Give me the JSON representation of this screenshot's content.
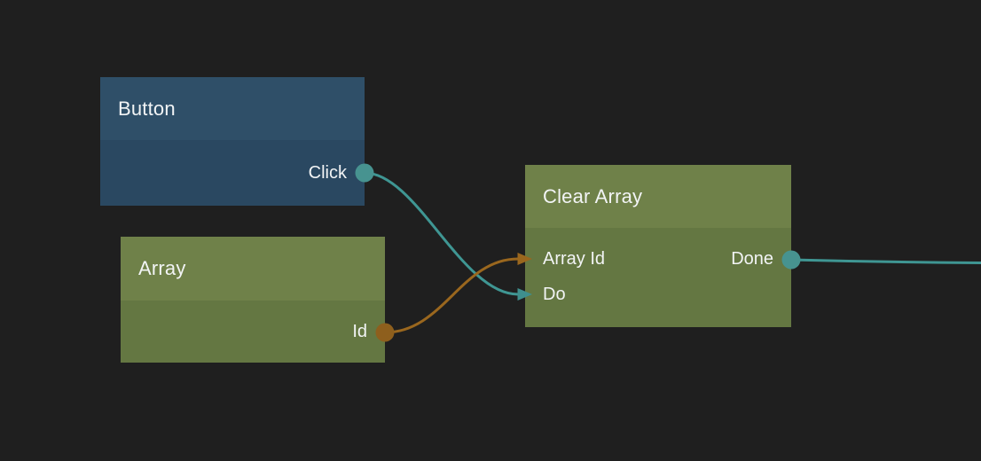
{
  "app": {
    "name": "visual-scripting-node-graph",
    "background_color": "#1f1f1f",
    "text_color": "#f2f4f5"
  },
  "colors": {
    "exec_wire": "#3f9693",
    "data_wire": "#9a671e",
    "exec_port": "#479390",
    "data_port": "#8e5f1d",
    "blue_node_header": "#2f4f68",
    "blue_node_body": "#2a4861",
    "green_node_header": "#6f8149",
    "green_node_body": "#647742"
  },
  "nodes": [
    {
      "id": "button",
      "title": "Button",
      "header_color": "#2f4f68",
      "body_color": "#2a4861",
      "inputs": [],
      "outputs": [
        {
          "label": "Click",
          "shape": "circle",
          "port_color": "#479390"
        }
      ]
    },
    {
      "id": "array",
      "title": "Array",
      "header_color": "#6f8149",
      "body_color": "#647742",
      "inputs": [],
      "outputs": [
        {
          "label": "Id",
          "shape": "circle",
          "port_color": "#8e5f1d"
        }
      ]
    },
    {
      "id": "clear_array",
      "title": "Clear Array",
      "header_color": "#6f8149",
      "body_color": "#647742",
      "inputs": [
        {
          "label": "Array Id",
          "shape": "arrow",
          "port_color": "#9a671e"
        },
        {
          "label": "Do",
          "shape": "arrow",
          "port_color": "#3f8f8d"
        }
      ],
      "outputs": [
        {
          "label": "Done",
          "shape": "circle",
          "port_color": "#479390"
        }
      ]
    }
  ],
  "connections": [
    {
      "from": "Button.Click",
      "to": "Clear Array.Do",
      "color": "#3f9693"
    },
    {
      "from": "Array.Id",
      "to": "Clear Array.Array Id",
      "color": "#9a671e"
    },
    {
      "from": "Clear Array.Done",
      "to": "offscreen-right",
      "color": "#3f9693"
    }
  ]
}
